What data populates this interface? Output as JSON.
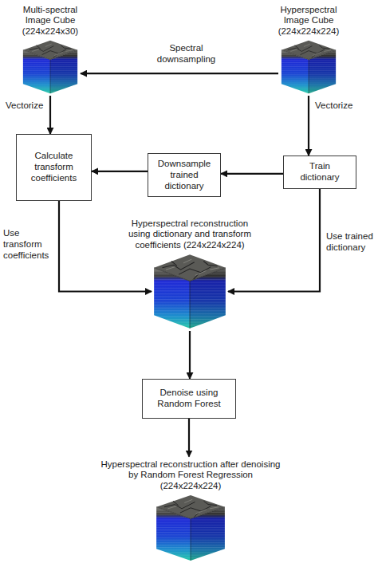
{
  "diagram": {
    "nodes": [
      {
        "text": [
          "Multi-spectral Image Cube (224x224x30)"
        ]
      },
      {
        "text": [
          "Hyperspectral Image Cube (224x224x224)"
        ]
      },
      {
        "text": [
          "Calculate transform coefficients"
        ]
      },
      {
        "text": [
          "Downsample trained dictionary"
        ]
      },
      {
        "text": [
          "Train dictionary"
        ]
      },
      {
        "text": [
          "Hyperspectral reconstruction using dictionary and transform coefficients (224x224x224)"
        ]
      },
      {
        "text": [
          "Denoise using Random Forest"
        ]
      },
      {
        "text": [
          "Hyperspectral reconstruction after denoising by Random Forest Regression (224x224x224)"
        ]
      }
    ],
    "edges": [
      {
        "from": 1,
        "to": 0,
        "label": "Spectral downsampling",
        "arrow": "to"
      },
      {
        "from": 0,
        "to": 2,
        "label": "Vectorize",
        "arrow": "to"
      },
      {
        "from": 1,
        "to": 4,
        "label": "Vectorize",
        "arrow": "to"
      },
      {
        "from": 4,
        "to": 3,
        "arrow": "to"
      },
      {
        "from": 3,
        "to": 2,
        "arrow": "to"
      },
      {
        "from": 2,
        "to": 5,
        "label": "Use transform coefficients",
        "arrow": "to"
      },
      {
        "from": 4,
        "to": 5,
        "label": "Use trained dictionary",
        "arrow": "to"
      },
      {
        "from": 5,
        "to": 6,
        "arrow": "to"
      },
      {
        "from": 6,
        "to": 7,
        "arrow": "to"
      }
    ]
  }
}
